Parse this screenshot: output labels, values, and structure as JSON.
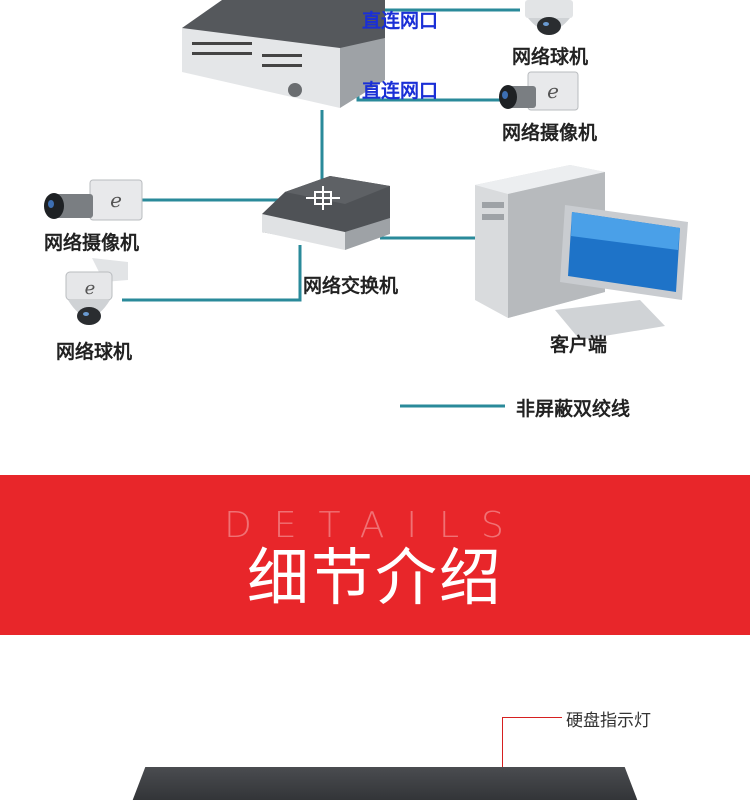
{
  "labels": {
    "direct_port_1": "直连网口",
    "direct_port_2": "直连网口",
    "dome_top": "网络球机",
    "camera_right": "网络摄像机",
    "camera_left": "网络摄像机",
    "switch": "网络交换机",
    "dome_left": "网络球机",
    "client": "客户端",
    "legend_cable": "非屏蔽双绞线"
  },
  "banner": {
    "subtitle": "DETAILS",
    "title": "细节介绍"
  },
  "detail": {
    "callout": "硬盘指示灯"
  },
  "colors": {
    "cable": "#2a8a9a",
    "banner_red": "#e8262a",
    "blue_label": "#1a2fd6",
    "callout_red": "#d62020"
  }
}
